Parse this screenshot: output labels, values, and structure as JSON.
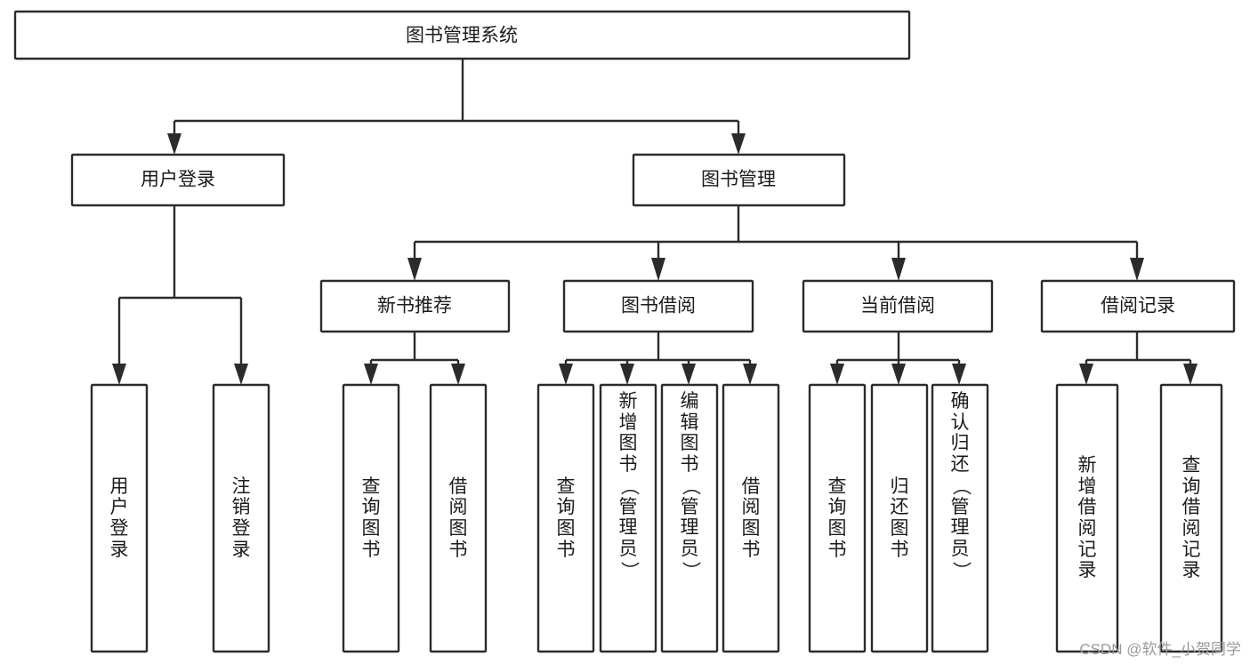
{
  "diagram": {
    "type": "tree",
    "title": "图书管理系统",
    "watermark": "CSDN @软件_小贺同学",
    "colors": {
      "stroke": "#2b2b2b",
      "fill": "#ffffff",
      "text": "#1b1b1b",
      "watermark": "#9a9a9a"
    },
    "root": {
      "label": "图书管理系统"
    },
    "level2": [
      {
        "id": "user-login",
        "label": "用户登录"
      },
      {
        "id": "book-management",
        "label": "图书管理"
      }
    ],
    "level3": [
      {
        "id": "new-book-recommend",
        "label": "新书推荐",
        "parent": "book-management"
      },
      {
        "id": "book-borrow",
        "label": "图书借阅",
        "parent": "book-management"
      },
      {
        "id": "current-borrow",
        "label": "当前借阅",
        "parent": "book-management"
      },
      {
        "id": "borrow-record",
        "label": "借阅记录",
        "parent": "book-management"
      }
    ],
    "leaves": [
      {
        "id": "leaf-user-login",
        "label": "用户登录",
        "parent": "user-login"
      },
      {
        "id": "leaf-logout-login",
        "label": "注销登录",
        "parent": "user-login"
      },
      {
        "id": "leaf-query-book-1",
        "label": "查询图书",
        "parent": "new-book-recommend"
      },
      {
        "id": "leaf-borrow-book-1",
        "label": "借阅图书",
        "parent": "new-book-recommend"
      },
      {
        "id": "leaf-query-book-2",
        "label": "查询图书",
        "parent": "book-borrow"
      },
      {
        "id": "leaf-add-book",
        "label": "新增图书（管理员）",
        "parent": "book-borrow"
      },
      {
        "id": "leaf-edit-book",
        "label": "编辑图书（管理员）",
        "parent": "book-borrow"
      },
      {
        "id": "leaf-borrow-book-2",
        "label": "借阅图书",
        "parent": "book-borrow"
      },
      {
        "id": "leaf-query-book-3",
        "label": "查询图书",
        "parent": "current-borrow"
      },
      {
        "id": "leaf-return-book",
        "label": "归还图书",
        "parent": "current-borrow"
      },
      {
        "id": "leaf-confirm-return",
        "label": "确认归还（管理员）",
        "parent": "current-borrow"
      },
      {
        "id": "leaf-add-record",
        "label": "新增借阅记录",
        "parent": "borrow-record"
      },
      {
        "id": "leaf-query-record",
        "label": "查询借阅记录",
        "parent": "borrow-record"
      }
    ]
  }
}
